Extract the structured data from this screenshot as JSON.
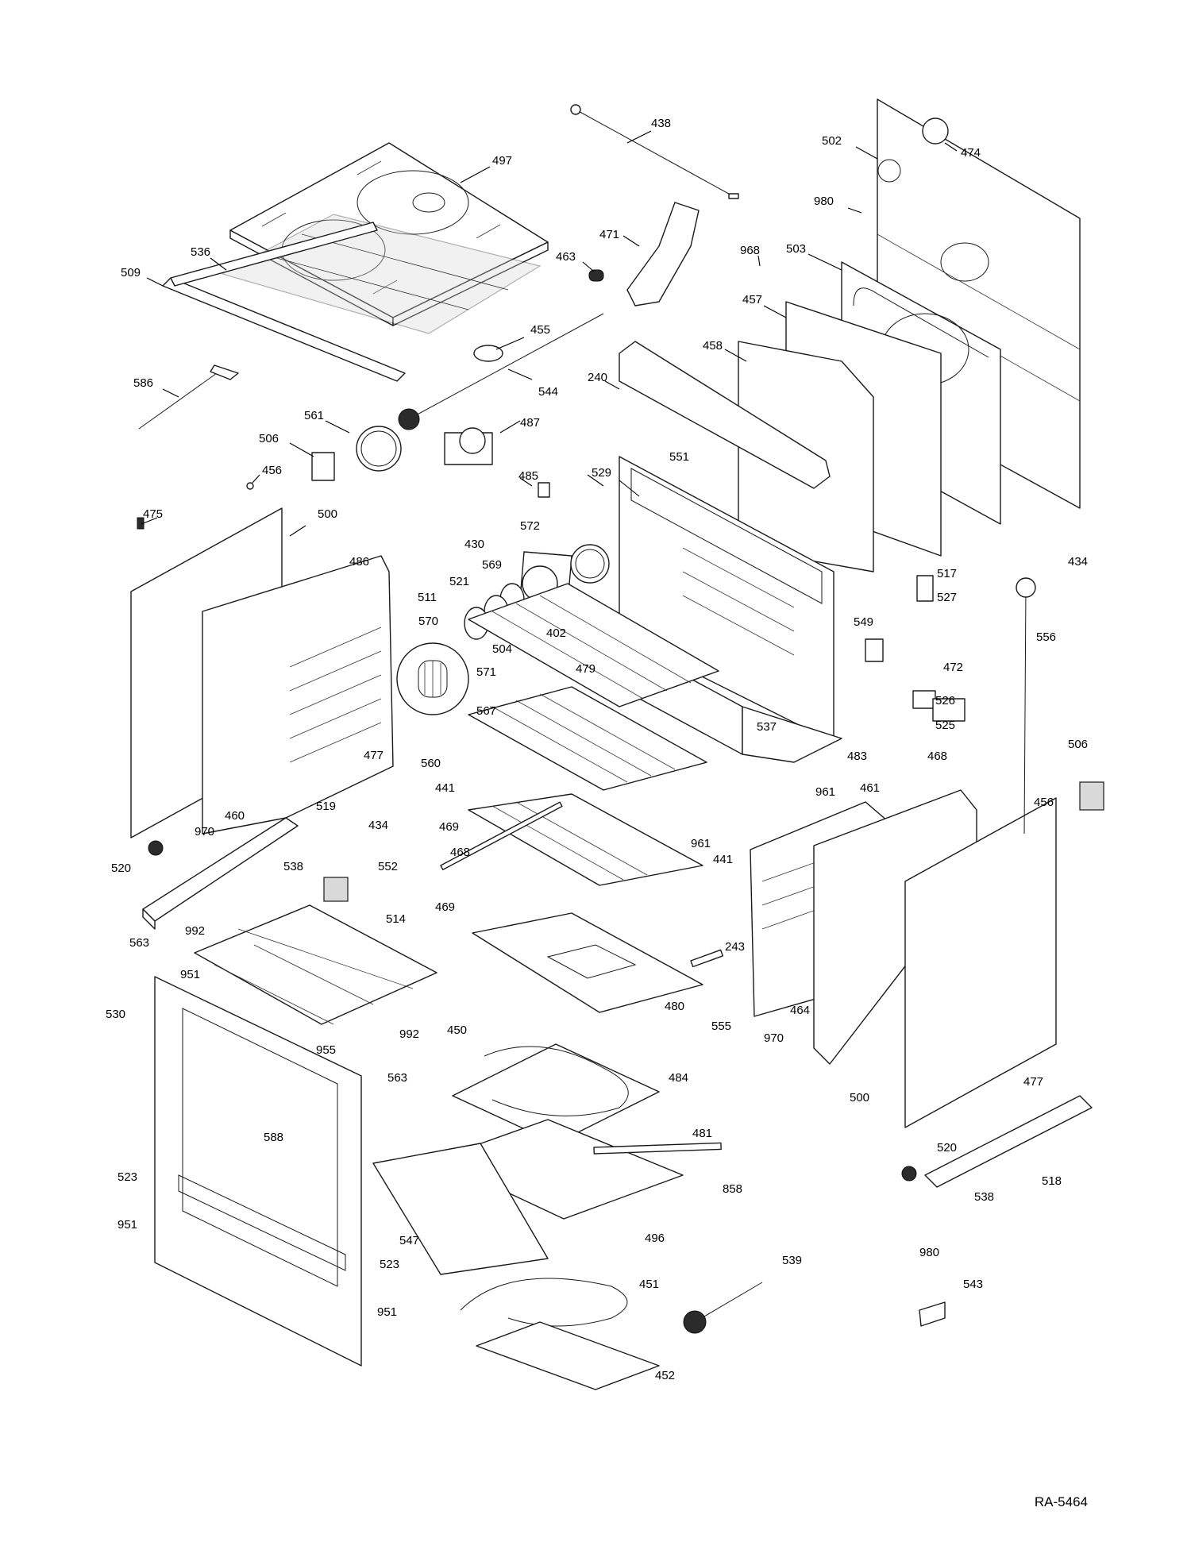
{
  "diagram_code": "RA-5464",
  "callouts": [
    "438",
    "474",
    "497",
    "502",
    "980",
    "471",
    "968",
    "463",
    "503",
    "536",
    "509",
    "457",
    "455",
    "458",
    "544",
    "586",
    "240",
    "561",
    "487",
    "506",
    "456",
    "551",
    "485",
    "529",
    "475",
    "500",
    "486",
    "572",
    "430",
    "569",
    "521",
    "511",
    "570",
    "402",
    "504",
    "571",
    "517",
    "434",
    "527",
    "556",
    "549",
    "472",
    "526",
    "525",
    "567",
    "479",
    "477",
    "560",
    "441",
    "469",
    "537",
    "483",
    "468",
    "506",
    "961",
    "461",
    "456",
    "460",
    "519",
    "970",
    "434",
    "520",
    "538",
    "552",
    "468",
    "961",
    "441",
    "469",
    "992",
    "563",
    "514",
    "243",
    "951",
    "530",
    "480",
    "464",
    "555",
    "970",
    "992",
    "955",
    "563",
    "450",
    "484",
    "500",
    "477",
    "588",
    "481",
    "520",
    "518",
    "523",
    "858",
    "951",
    "547",
    "538",
    "496",
    "980",
    "523",
    "539",
    "451",
    "543",
    "951",
    "452"
  ]
}
